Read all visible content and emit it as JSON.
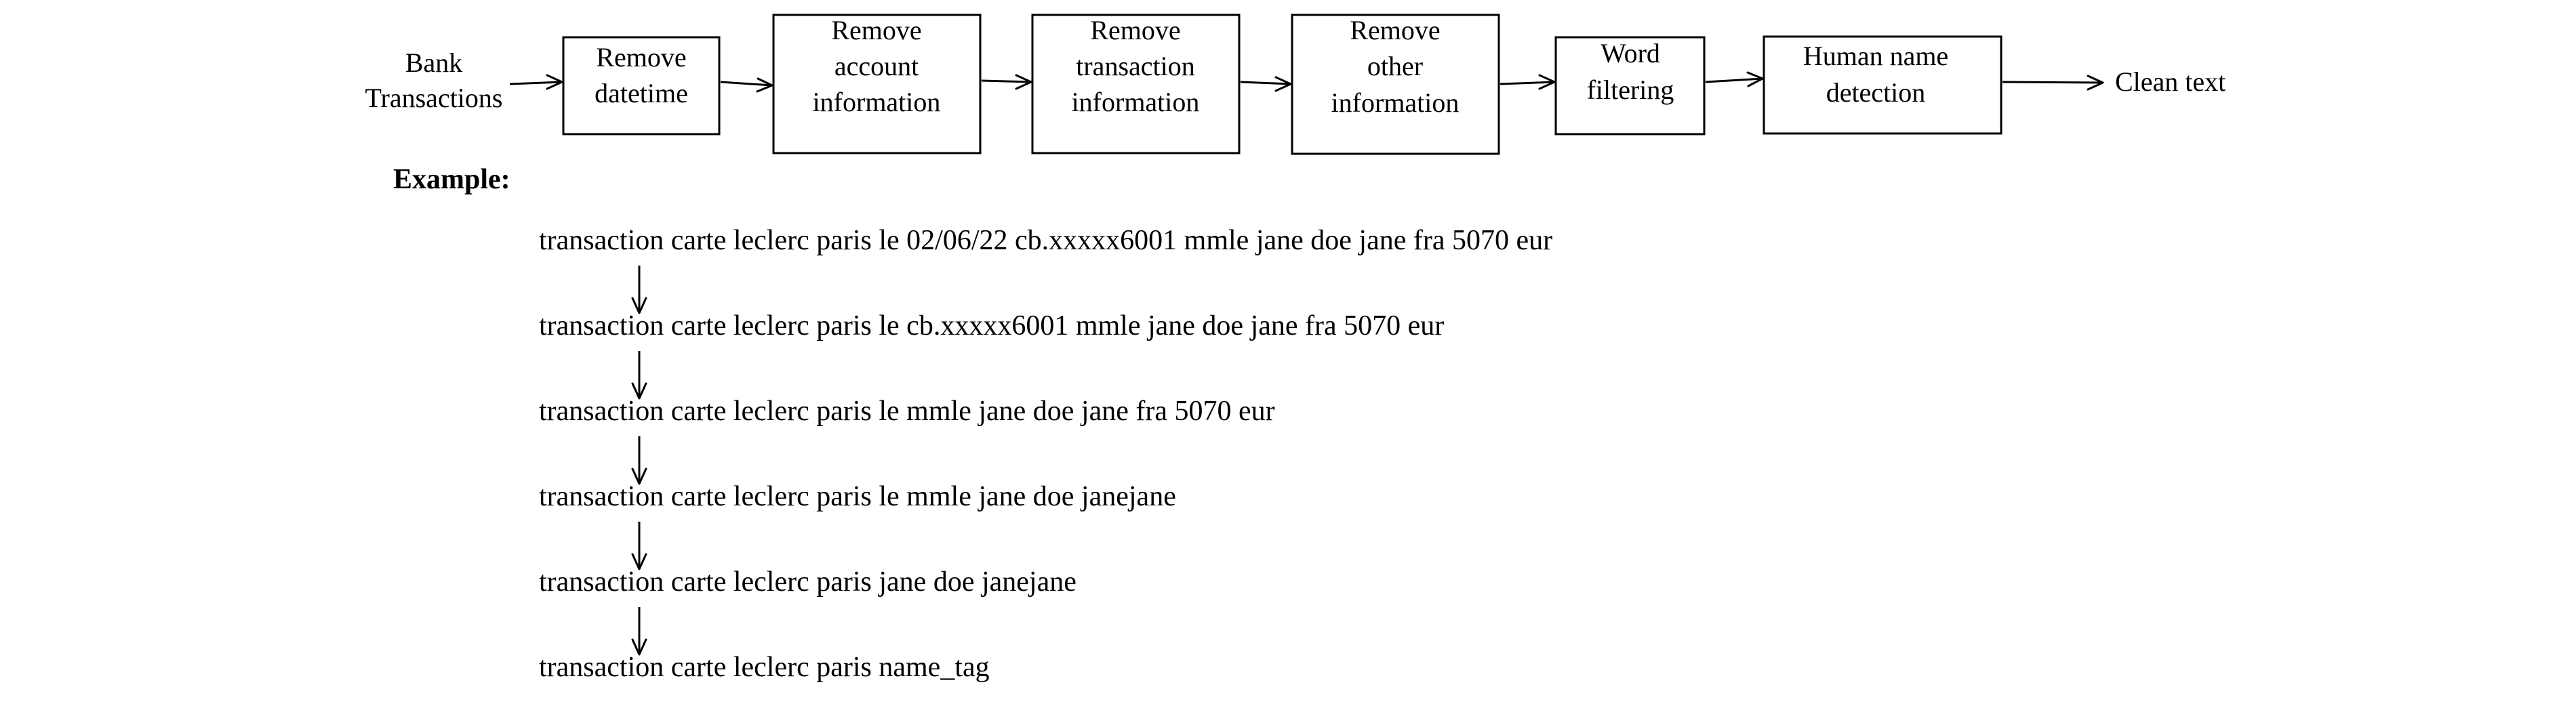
{
  "pipeline": {
    "input_label": [
      "Bank",
      "Transactions"
    ],
    "steps": [
      {
        "id": "remove-datetime",
        "lines": [
          "Remove",
          "datetime"
        ]
      },
      {
        "id": "remove-account-information",
        "lines": [
          "Remove",
          "account",
          "information"
        ]
      },
      {
        "id": "remove-transaction-information",
        "lines": [
          "Remove",
          "transaction",
          "information"
        ]
      },
      {
        "id": "remove-other-information",
        "lines": [
          "Remove",
          "other",
          "information"
        ]
      },
      {
        "id": "word-filtering",
        "lines": [
          "Word",
          "filtering"
        ]
      },
      {
        "id": "human-name-detection",
        "lines": [
          "Human name",
          "detection"
        ]
      }
    ],
    "output_label": "Clean text"
  },
  "example": {
    "heading": "Example:",
    "lines": [
      "transaction carte leclerc paris le 02/06/22 cb.xxxxx6001 mmle jane doe jane fra 5070 eur",
      "transaction carte leclerc paris le cb.xxxxx6001 mmle jane doe jane fra 5070 eur",
      "transaction carte leclerc paris le mmle jane doe jane fra 5070 eur",
      "transaction carte leclerc paris le mmle jane doe janejane",
      "transaction carte leclerc paris jane doe janejane",
      "transaction carte leclerc paris name_tag"
    ]
  }
}
